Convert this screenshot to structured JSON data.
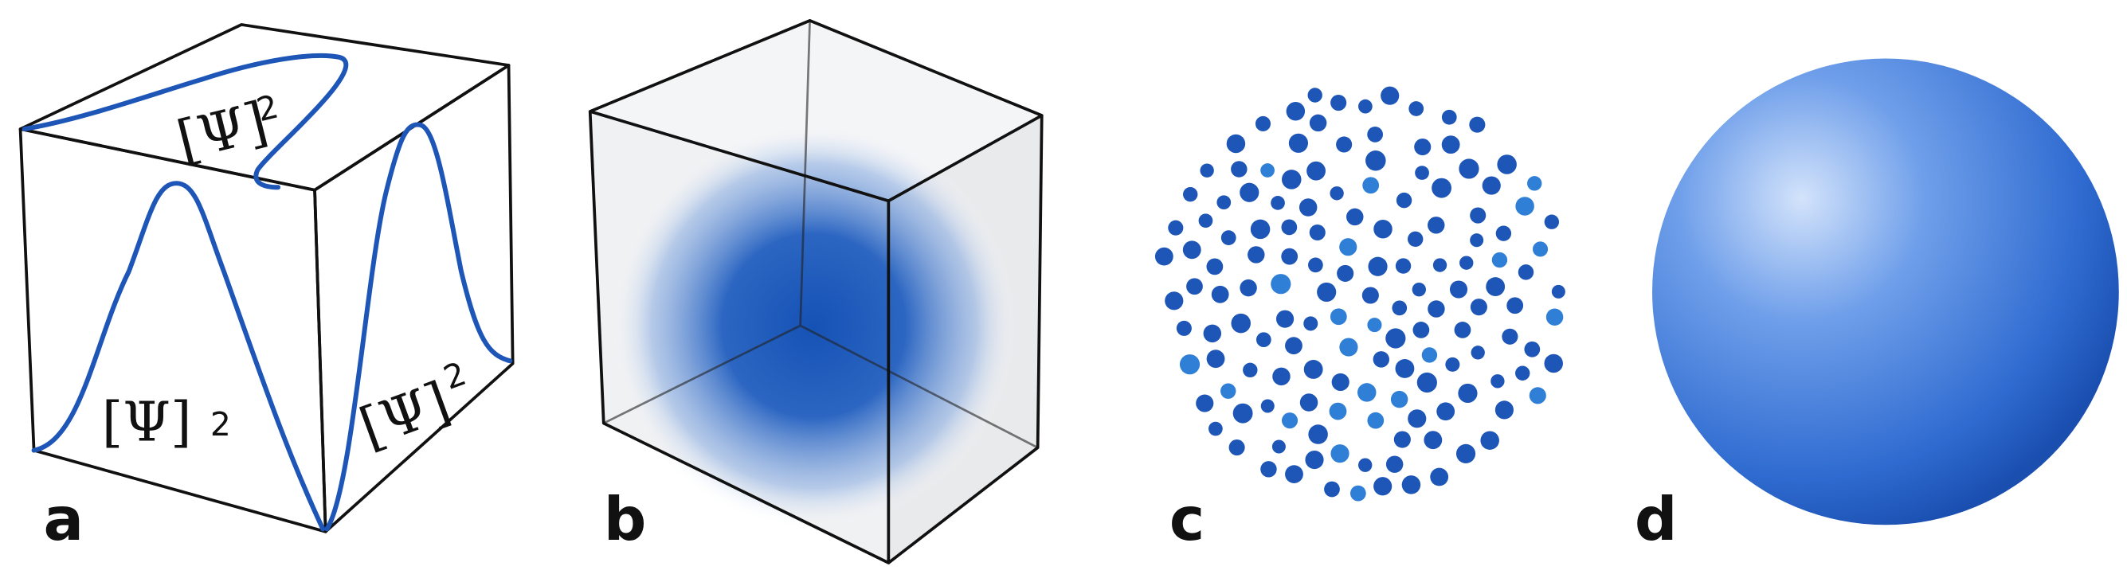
{
  "panels": [
    {
      "label": "a",
      "formula": "[Ψ]",
      "exponent": "2"
    },
    {
      "label": "b"
    },
    {
      "label": "c"
    },
    {
      "label": "d"
    }
  ],
  "colors": {
    "blue": "#1e56b8",
    "sphere_light": "#cfe0fa",
    "sphere_dark": "#1a4fb0"
  }
}
